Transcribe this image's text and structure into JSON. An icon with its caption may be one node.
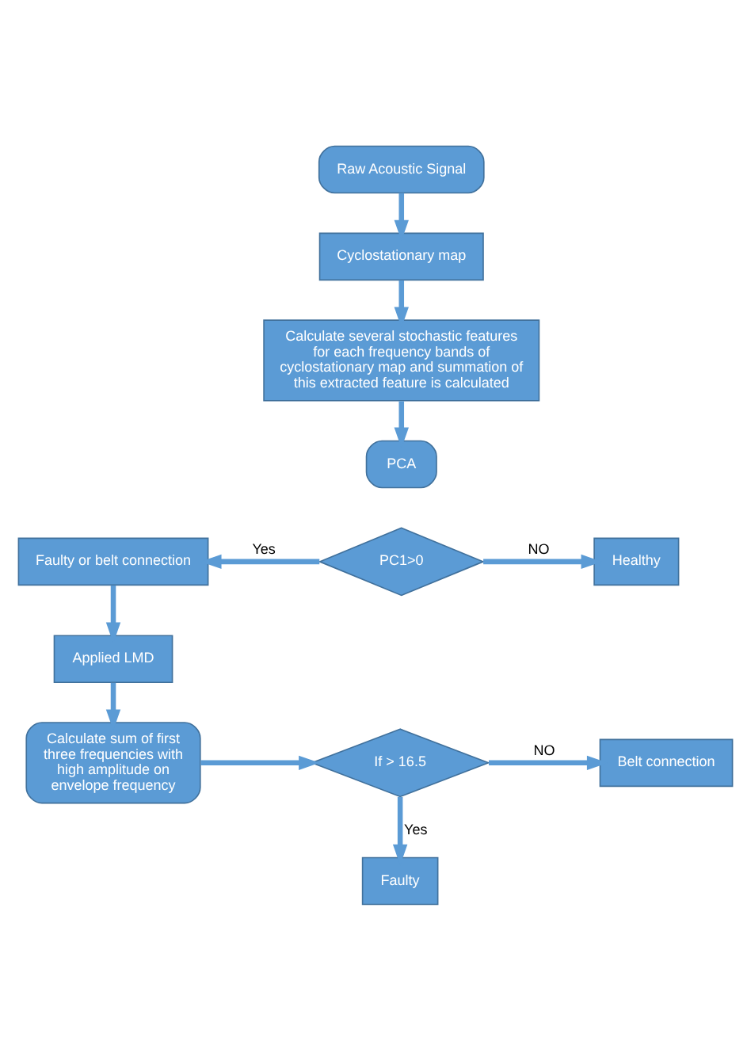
{
  "diagram": {
    "nodes": [
      {
        "text": [
          "Raw Acoustic Signal"
        ]
      },
      {
        "text": [
          "Cyclostationary map"
        ]
      },
      {
        "text": [
          "Calculate several stochastic features for each frequency bands of cyclostationary map and summation of this extracted feature is calculated"
        ]
      },
      {
        "text": [
          "PCA"
        ]
      },
      {
        "text": [
          "PC1>0"
        ]
      },
      {
        "text": [
          "Faulty or belt connection"
        ]
      },
      {
        "text": [
          "Healthy"
        ]
      },
      {
        "text": [
          "Applied LMD"
        ]
      },
      {
        "text": [
          "Calculate sum of first three frequencies with high amplitude on envelope frequency"
        ]
      },
      {
        "text": [
          "If > 16.5"
        ]
      },
      {
        "text": [
          "Belt connection"
        ]
      },
      {
        "text": [
          "Faulty"
        ]
      }
    ],
    "edges": [
      {
        "from": 0,
        "to": 1,
        "arrow": "to"
      },
      {
        "from": 1,
        "to": 2,
        "arrow": "to"
      },
      {
        "from": 2,
        "to": 3,
        "arrow": "to"
      },
      {
        "from": 4,
        "to": 5,
        "arrow": "to",
        "label": "Yes"
      },
      {
        "from": 4,
        "to": 6,
        "arrow": "to",
        "label": "NO"
      },
      {
        "from": 5,
        "to": 7,
        "arrow": "to"
      },
      {
        "from": 7,
        "to": 8,
        "arrow": "to"
      },
      {
        "from": 8,
        "to": 9,
        "arrow": "to"
      },
      {
        "from": 9,
        "to": 10,
        "arrow": "to",
        "label": "NO"
      },
      {
        "from": 9,
        "to": 11,
        "arrow": "to",
        "label": "Yes"
      }
    ]
  }
}
